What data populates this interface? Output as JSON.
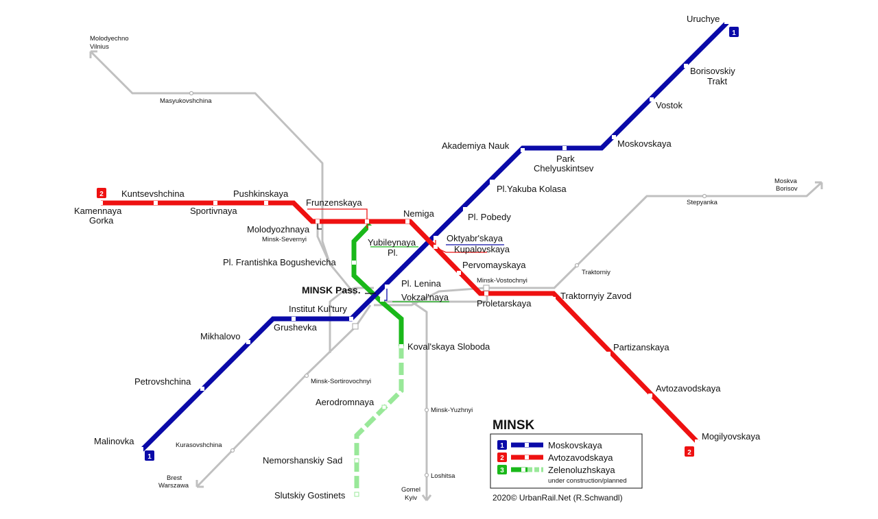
{
  "colors": {
    "line1": "#0a0aa8",
    "line2": "#ee1111",
    "line3": "#1ab81a",
    "line3_planned": "#99e899",
    "rail": "#c0c0c0",
    "background": "#ffffff"
  },
  "map": {
    "city": "MINSK",
    "copyright": "2020© UrbanRail.Net (R.Schwandl)"
  },
  "legend": {
    "line1": {
      "number": "1",
      "name": "Moskovskaya"
    },
    "line2": {
      "number": "2",
      "name": "Avtozavodskaya"
    },
    "line3": {
      "number": "3",
      "name": "Zelenoluzhskaya",
      "note": "under construction/planned"
    }
  },
  "badges": {
    "uruchye": "1",
    "malinovka": "1",
    "kamennaya": "2",
    "mogilyovskaya": "2"
  },
  "stations": {
    "line1": {
      "uruchye": "Uruchye",
      "borisovskiy_1": "Borisovskiy",
      "borisovskiy_2": "Trakt",
      "vostok": "Vostok",
      "moskovskaya": "Moskovskaya",
      "park_1": "Park",
      "park_2": "Chelyuskintsev",
      "akademiya": "Akademiya Nauk",
      "yakuba": "Pl.Yakuba Kolasa",
      "pobedy": "Pl. Pobedy",
      "oktyabrskaya": "Oktyabr'skaya",
      "lenina": "Pl. Lenina",
      "institut": "Institut Kul'tury",
      "grushevka": "Grushevka",
      "mikhalovo": "Mikhalovo",
      "petrovshchina": "Petrovshchina",
      "malinovka": "Malinovka"
    },
    "line2": {
      "kamennaya_1": "Kamennaya",
      "kamennaya_2": "Gorka",
      "kuntsevshchina": "Kuntsevshchina",
      "sportivnaya": "Sportivnaya",
      "pushkinskaya": "Pushkinskaya",
      "molodyozhnaya": "Molodyozhnaya",
      "frunzenskaya": "Frunzenskaya",
      "nemiga": "Nemiga",
      "kupalovskaya": "Kupalovskaya",
      "pervomayskaya": "Pervomayskaya",
      "proletarskaya": "Proletarskaya",
      "traktornyiy_zavod": "Traktornyiy Zavod",
      "partizanskaya": "Partizanskaya",
      "avtozavodskaya": "Avtozavodskaya",
      "mogilyovskaya": "Mogilyovskaya"
    },
    "line3": {
      "yubileynaya_1": "Yubileynaya",
      "yubileynaya_2": "Pl.",
      "frantishka": "Pl. Frantishka Bogushevicha",
      "vokzalnaya": "Vokzal'naya",
      "kovalskaya": "Koval'skaya Sloboda",
      "aerodromnaya": "Aerodromnaya",
      "nemorshanskiy": "Nemorshanskiy Sad",
      "slutskiy": "Slutskiy Gostinets"
    }
  },
  "rail": {
    "molodyechno": "Molodyechno",
    "vilnius": "Vilnius",
    "masyukovshchina": "Masyukovshchina",
    "minsk_severnyi": "Minsk-Severnyi",
    "minsk_pass": "MINSK Pass.",
    "minsk_vostochnyi": "Minsk-Vostochnyi",
    "traktorniy": "Traktorniy",
    "stepyanka": "Stepyanka",
    "moskva": "Moskva",
    "borisov": "Borisov",
    "minsk_sortirovochnyi": "Minsk-Sortirovochnyi",
    "kurasovshchina": "Kurasovshchina",
    "brest": "Brest",
    "warszawa": "Warszawa",
    "minsk_yuzhnyi": "Minsk-Yuzhnyi",
    "loshitsa": "Loshitsa",
    "gomel": "Gomel",
    "kyiv": "Kyiv"
  }
}
